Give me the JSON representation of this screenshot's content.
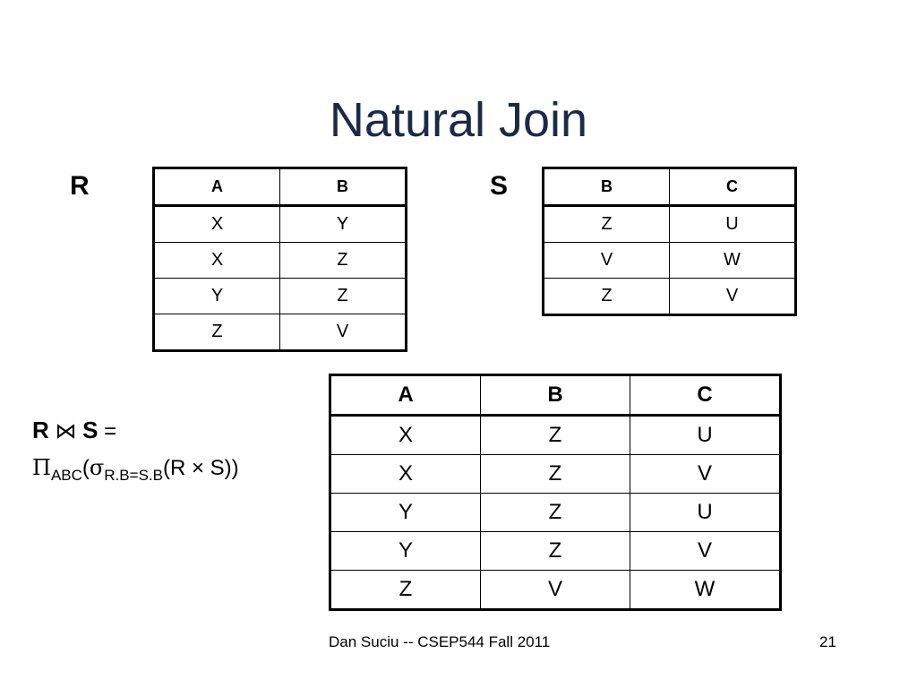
{
  "title": "Natural Join",
  "r_label": "R",
  "s_label": "S",
  "table_r": {
    "headers": [
      "A",
      "B"
    ],
    "rows": [
      [
        "X",
        "Y"
      ],
      [
        "X",
        "Z"
      ],
      [
        "Y",
        "Z"
      ],
      [
        "Z",
        "V"
      ]
    ]
  },
  "table_s": {
    "headers": [
      "B",
      "C"
    ],
    "rows": [
      [
        "Z",
        "U"
      ],
      [
        "V",
        "W"
      ],
      [
        "Z",
        "V"
      ]
    ]
  },
  "table_result": {
    "headers": [
      "A",
      "B",
      "C"
    ],
    "rows": [
      [
        "X",
        "Z",
        "U"
      ],
      [
        "X",
        "Z",
        "V"
      ],
      [
        "Y",
        "Z",
        "U"
      ],
      [
        "Y",
        "Z",
        "V"
      ],
      [
        "Z",
        "V",
        "W"
      ]
    ]
  },
  "formula": {
    "left_r": "R",
    "join_symbol": "⋈",
    "left_s": "S",
    "equals": "=",
    "pi": "Π",
    "pi_sub": "ABC",
    "open_paren": "(",
    "sigma": "σ",
    "sigma_sub": "R.B=S.B",
    "inner": "(R × S))"
  },
  "footer": {
    "credit": "Dan Suciu -- CSEP544 Fall 2011",
    "page_number": "21"
  }
}
